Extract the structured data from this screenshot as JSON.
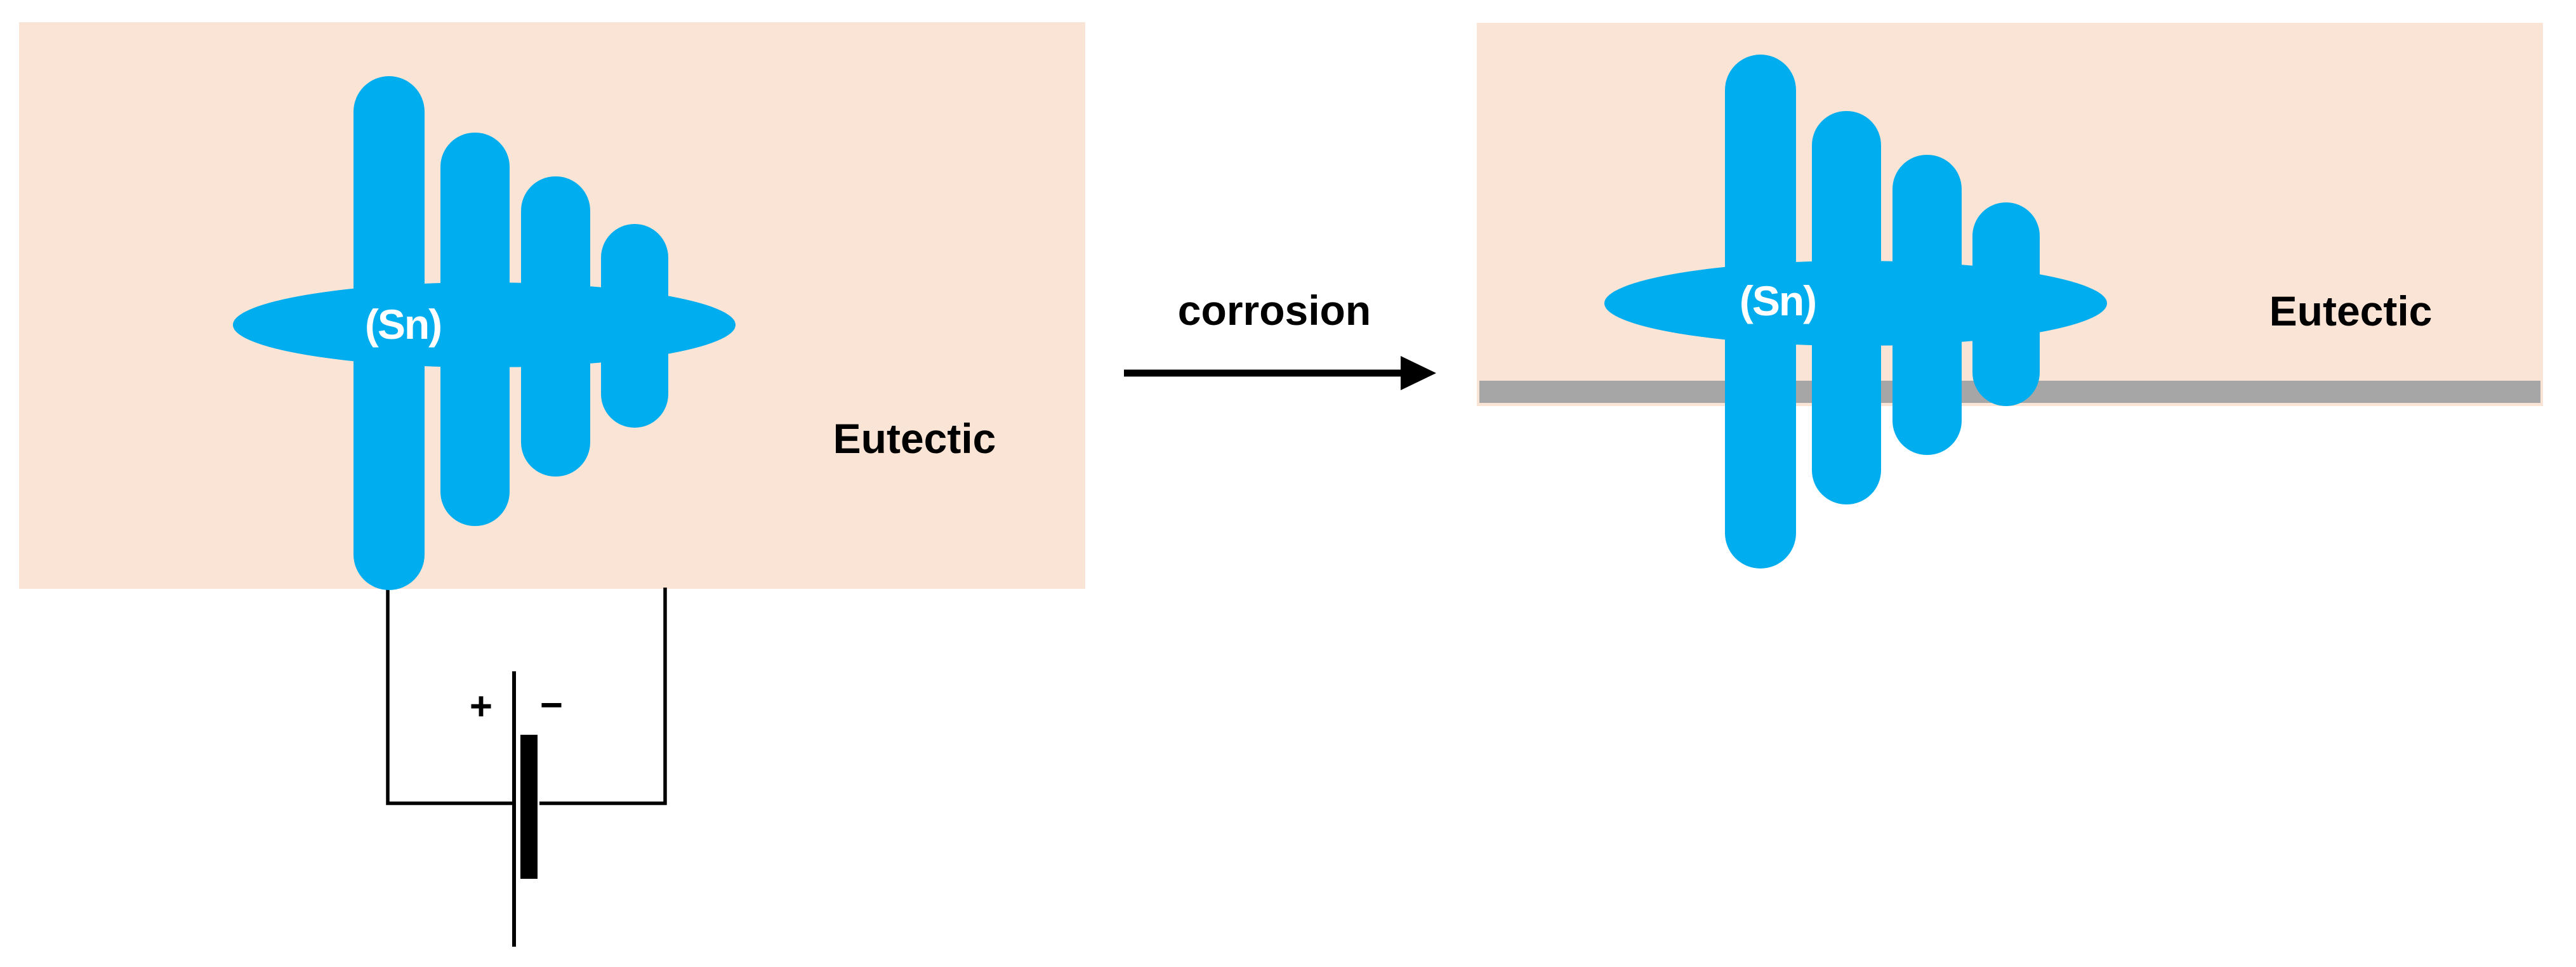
{
  "colors": {
    "panel_fill": "#fae4d5",
    "dendrite_fill": "#00aeef",
    "corrosion_layer_fill": "#a6a6a6",
    "line_color": "#000000",
    "phase_label_color": "#ffffff"
  },
  "left_panel": {
    "phase_label": "(Sn)",
    "matrix_label": "Eutectic"
  },
  "right_panel": {
    "phase_label": "(Sn)",
    "matrix_label": "Eutectic"
  },
  "process_arrow": {
    "label": "corrosion"
  },
  "battery": {
    "plus_label": "+",
    "minus_label": "−"
  }
}
